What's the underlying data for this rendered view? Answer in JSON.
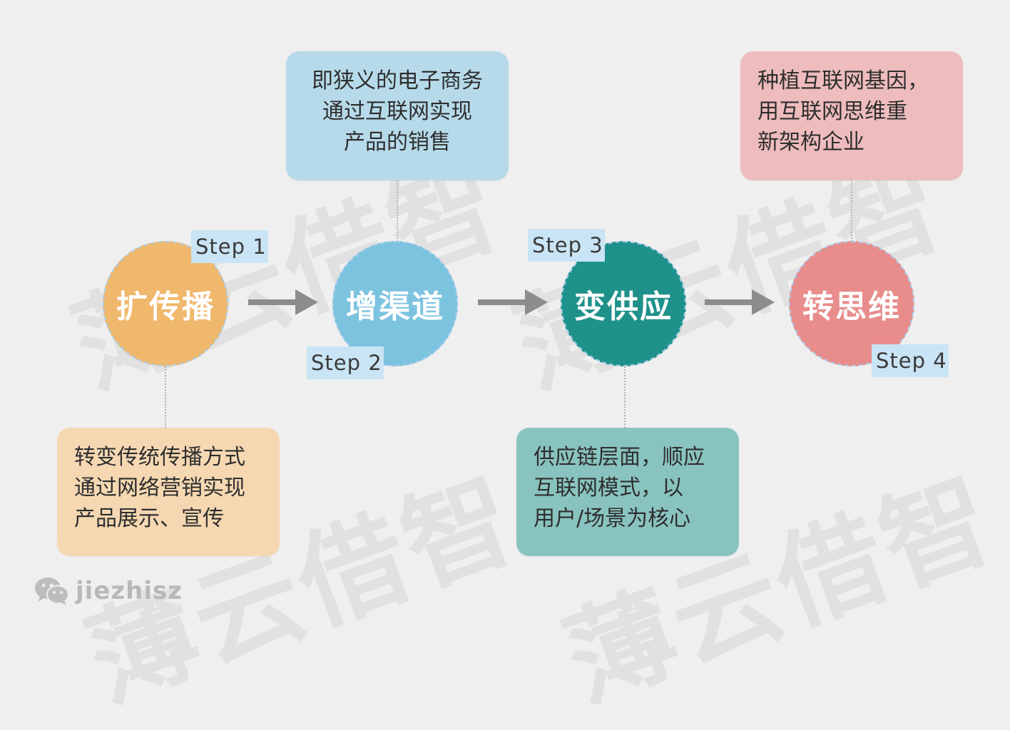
{
  "steps": [
    {
      "label": "扩传播",
      "tag": "Step 1",
      "color": "#f0b86c",
      "desc": [
        "转变传统传播方式",
        "通过网络营销实现",
        "产品展示、宣传"
      ],
      "box_color": "#f5d8b2"
    },
    {
      "label": "增渠道",
      "tag": "Step 2",
      "color": "#7cc3e0",
      "desc": [
        "即狭义的电子商务",
        "通过互联网实现",
        "产品的销售"
      ],
      "box_color": "#b6daea"
    },
    {
      "label": "变供应",
      "tag": "Step 3",
      "color": "#1e918a",
      "desc": [
        "供应链层面，顺应",
        "互联网模式，以",
        "用户/场景为核心"
      ],
      "box_color": "#89c3bf"
    },
    {
      "label": "转思维",
      "tag": "Step 4",
      "color": "#e88c8c",
      "desc": [
        "种植互联网基因，",
        "用互联网思维重",
        "新架构企业"
      ],
      "box_color": "#eebcbd"
    }
  ],
  "watermark": "薄云借智",
  "logo": {
    "text": "jiezhisz",
    "icon": "wechat-icon"
  }
}
